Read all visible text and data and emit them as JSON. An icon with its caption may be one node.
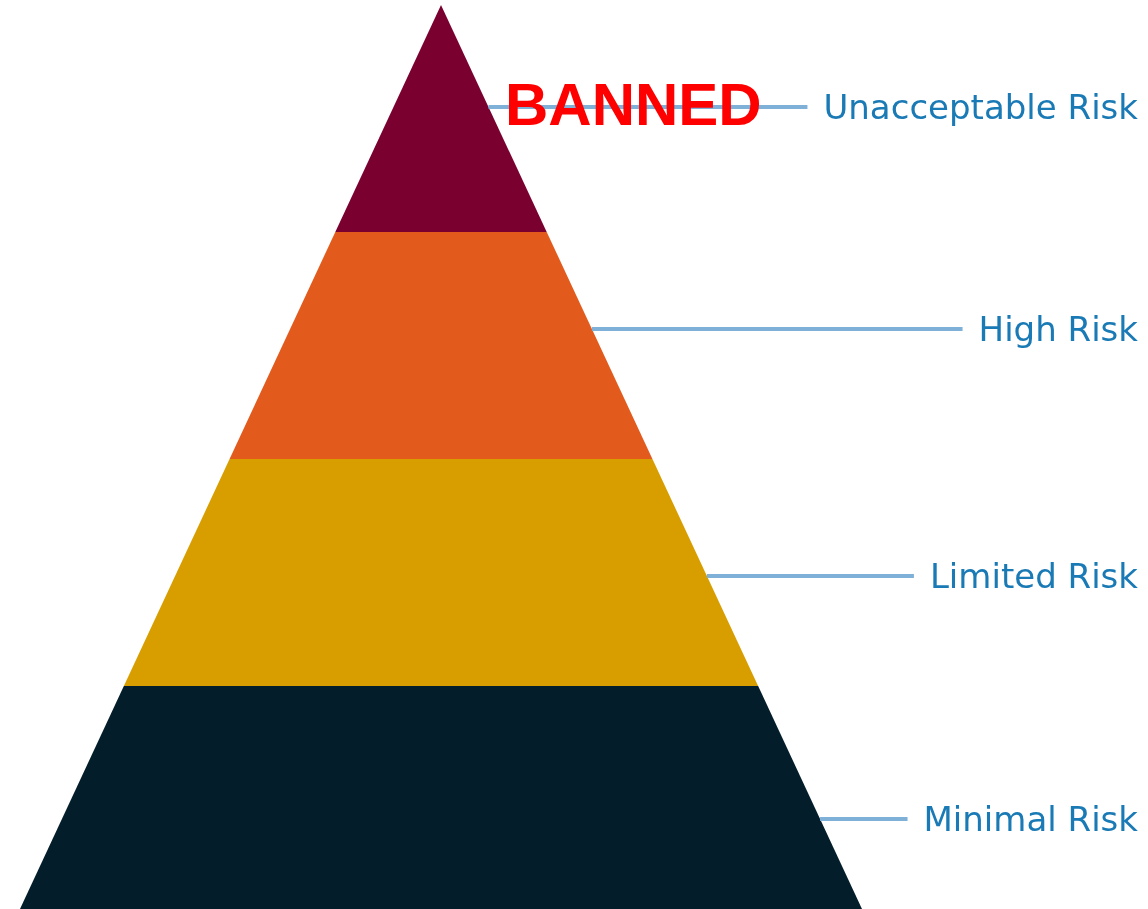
{
  "diagram": {
    "nodes": [
      {
        "text": [],
        "shape": "triangle"
      },
      {
        "text": [],
        "shape": "band"
      },
      {
        "text": [],
        "shape": "band"
      },
      {
        "text": [],
        "shape": "band"
      },
      {
        "text": [
          "Unacceptable Risk"
        ]
      },
      {
        "text": [
          "High Risk"
        ]
      },
      {
        "text": [
          "Limited Risk"
        ]
      },
      {
        "text": [
          "Minimal Risk"
        ]
      }
    ],
    "edges": [
      {
        "from": 4,
        "to": 0,
        "arrow": "none"
      },
      {
        "from": 5,
        "to": 1,
        "arrow": "none"
      },
      {
        "from": 6,
        "to": 2,
        "arrow": "none"
      },
      {
        "from": 7,
        "to": 3,
        "arrow": "none"
      }
    ],
    "labels": [
      "BANNED"
    ]
  }
}
